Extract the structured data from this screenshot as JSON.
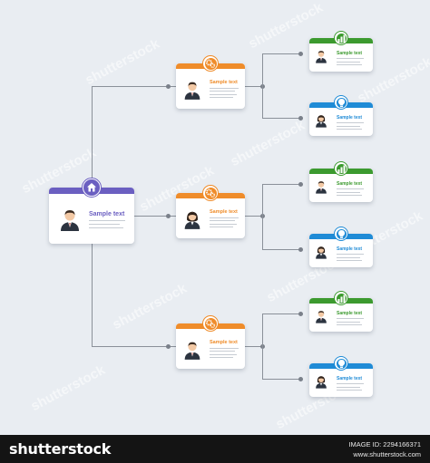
{
  "diagram": {
    "root": {
      "title": "Sample text",
      "icon": "home-icon",
      "avatar": "businessman-icon",
      "color": "#6b5fc1"
    },
    "branches": [
      {
        "title": "Sample text",
        "icon": "gears-icon",
        "avatar": "businessman-icon",
        "color": "#ef8c2a",
        "children": [
          {
            "title": "Sample text",
            "icon": "chart-icon",
            "avatar": "businessman-icon",
            "color": "#3c9a2f"
          },
          {
            "title": "Sample text",
            "icon": "lightbulb-icon",
            "avatar": "businesswoman-icon",
            "color": "#1f8bd6"
          }
        ]
      },
      {
        "title": "Sample text",
        "icon": "gears-icon",
        "avatar": "businesswoman-icon",
        "color": "#ef8c2a",
        "children": [
          {
            "title": "Sample text",
            "icon": "chart-icon",
            "avatar": "businessman-icon",
            "color": "#3c9a2f"
          },
          {
            "title": "Sample text",
            "icon": "lightbulb-icon",
            "avatar": "businesswoman-icon",
            "color": "#1f8bd6"
          }
        ]
      },
      {
        "title": "Sample text",
        "icon": "gears-icon",
        "avatar": "businessman-icon",
        "color": "#ef8c2a",
        "children": [
          {
            "title": "Sample text",
            "icon": "chart-icon",
            "avatar": "businessman-icon",
            "color": "#3c9a2f"
          },
          {
            "title": "Sample text",
            "icon": "lightbulb-icon",
            "avatar": "businesswoman-icon",
            "color": "#1f8bd6"
          }
        ]
      }
    ],
    "line_color": "#8a9099"
  },
  "watermark": "shutterstock",
  "footer": {
    "brand": "shutterstock",
    "credit": "IMAGE ID: 2294166371",
    "site": "www.shutterstock.com"
  }
}
